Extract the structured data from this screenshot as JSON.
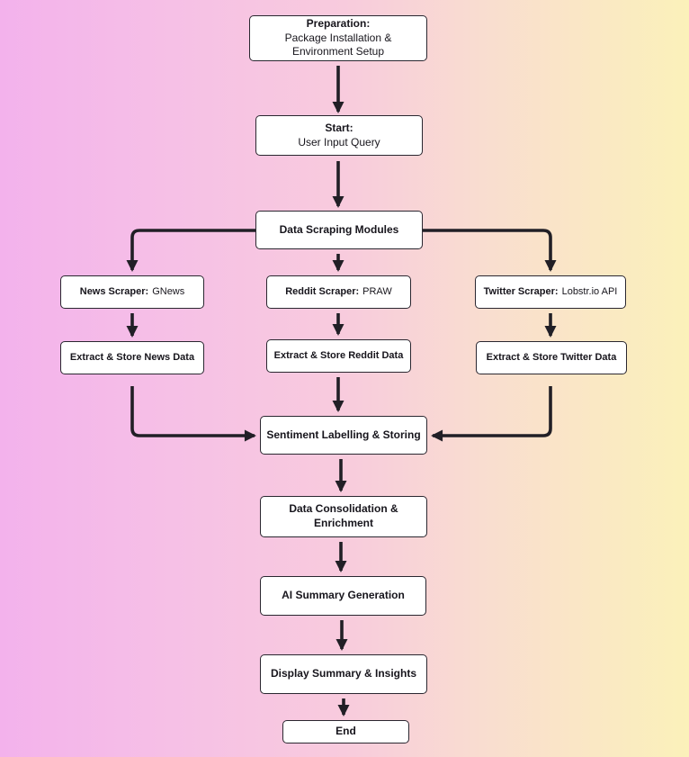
{
  "colors": {
    "background_left": "#f3b2ec",
    "background_pink": "#f6c0e6",
    "background_mid": "#f8cbdd",
    "background_peach": "#f9ddd0",
    "background_right": "#fbf1ba",
    "node_fill": "#ffffff",
    "node_border": "#2a2730",
    "arrow": "#211f26",
    "text": "#17151c"
  },
  "nodes": {
    "preparation": {
      "title": "Preparation:",
      "lines": [
        "Package Installation &",
        "Environment Setup"
      ]
    },
    "start": {
      "title": "Start:",
      "lines": [
        "User Input Query"
      ]
    },
    "data_scraping_modules": {
      "label": "Data Scraping Modules"
    },
    "news_scraper": {
      "label": "News Scraper:",
      "value": "GNews"
    },
    "reddit_scraper": {
      "label": "Reddit Scraper:",
      "value": "PRAW"
    },
    "twitter_scraper": {
      "label": "Twitter Scraper:",
      "value": "Lobstr.io API"
    },
    "extract_news": {
      "label": "Extract & Store News Data"
    },
    "extract_reddit": {
      "label": "Extract & Store Reddit Data"
    },
    "extract_twitter": {
      "label": "Extract & Store Twitter Data"
    },
    "sentiment_labelling": {
      "label": "Sentiment Labelling & Storing"
    },
    "data_consolidation": {
      "lines": [
        "Data Consolidation &",
        "Enrichment"
      ]
    },
    "ai_summary": {
      "label": "AI Summary Generation"
    },
    "display_summary": {
      "label": "Display Summary & Insights"
    },
    "end": {
      "label": "End"
    }
  },
  "edges": [
    {
      "from": "preparation",
      "to": "start"
    },
    {
      "from": "start",
      "to": "data_scraping_modules"
    },
    {
      "from": "data_scraping_modules",
      "to": "news_scraper"
    },
    {
      "from": "data_scraping_modules",
      "to": "reddit_scraper"
    },
    {
      "from": "data_scraping_modules",
      "to": "twitter_scraper"
    },
    {
      "from": "news_scraper",
      "to": "extract_news"
    },
    {
      "from": "reddit_scraper",
      "to": "extract_reddit"
    },
    {
      "from": "twitter_scraper",
      "to": "extract_twitter"
    },
    {
      "from": "extract_news",
      "to": "sentiment_labelling"
    },
    {
      "from": "extract_reddit",
      "to": "sentiment_labelling"
    },
    {
      "from": "extract_twitter",
      "to": "sentiment_labelling"
    },
    {
      "from": "sentiment_labelling",
      "to": "data_consolidation"
    },
    {
      "from": "data_consolidation",
      "to": "ai_summary"
    },
    {
      "from": "ai_summary",
      "to": "display_summary"
    },
    {
      "from": "display_summary",
      "to": "end"
    }
  ]
}
